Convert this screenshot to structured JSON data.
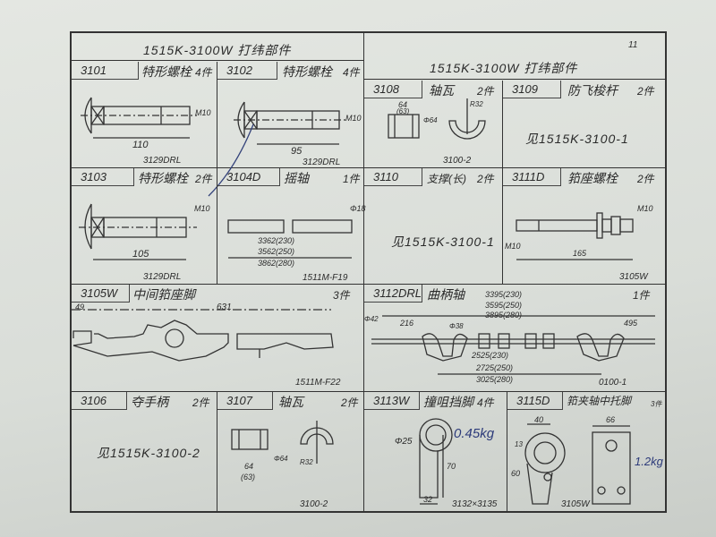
{
  "page_number": "11",
  "left_title": "1515K-3100W 打纬部件",
  "right_title": "1515K-3100W 打纬部件",
  "cells": [
    {
      "num": "3101",
      "name": "特形螺栓",
      "qty": "4件",
      "ref": "3129DRL",
      "dims": [
        "110",
        "M10"
      ]
    },
    {
      "num": "3102",
      "name": "特形螺栓",
      "qty": "4件",
      "ref": "3129DRL",
      "dims": [
        "95",
        "M10"
      ]
    },
    {
      "num": "3108",
      "name": "轴瓦",
      "qty": "2件",
      "ref": "3100-2",
      "dims": [
        "64",
        "(63)",
        "Φ64",
        "R32"
      ]
    },
    {
      "num": "3109",
      "name": "防飞梭杆",
      "qty": "2件",
      "see": "见1515K-3100-1"
    },
    {
      "num": "3103",
      "name": "特形螺栓",
      "qty": "2件",
      "ref": "3129DRL",
      "dims": [
        "105",
        "M10"
      ]
    },
    {
      "num": "3104D",
      "name": "摇轴",
      "qty": "1件",
      "ref": "1511M-F19",
      "dims": [
        "3362(230)",
        "3562(250)",
        "3862(280)",
        "Φ18"
      ]
    },
    {
      "num": "3110",
      "name": "支撑(长)",
      "qty": "2件",
      "see": "见1515K-3100-1"
    },
    {
      "num": "3111D",
      "name": "筘座螺栓",
      "qty": "2件",
      "ref": "3105W",
      "dims": [
        "165",
        "M10",
        "M10"
      ]
    },
    {
      "num": "3105W",
      "name": "中间筘座脚",
      "qty": "3件",
      "ref": "1511M-F22",
      "dims": [
        "49",
        "631"
      ]
    },
    {
      "num": "3112DRL",
      "name": "曲柄轴",
      "qty": "1件",
      "ref": "0100-1",
      "dims": [
        "3395(230)",
        "3595(250)",
        "3895(280)",
        "216",
        "495",
        "2525(230)",
        "2725(250)",
        "3025(280)",
        "Φ42",
        "Φ38"
      ]
    },
    {
      "num": "3106",
      "name": "夺手柄",
      "qty": "2件",
      "see": "见1515K-3100-2"
    },
    {
      "num": "3107",
      "name": "轴瓦",
      "qty": "2件",
      "ref": "3100-2",
      "dims": [
        "64",
        "(63)",
        "Φ64",
        "R32"
      ]
    },
    {
      "num": "3113W",
      "name": "撞咀挡脚",
      "qty": "4件",
      "ref": "3132×3135",
      "dims": [
        "Φ25",
        "32",
        "70"
      ],
      "note": "0.45kg"
    },
    {
      "num": "3115D",
      "name": "筘夹轴中托脚",
      "qty": "3件",
      "ref": "3105W",
      "dims": [
        "40",
        "66",
        "60",
        "13"
      ],
      "note": "1.2kg"
    }
  ]
}
